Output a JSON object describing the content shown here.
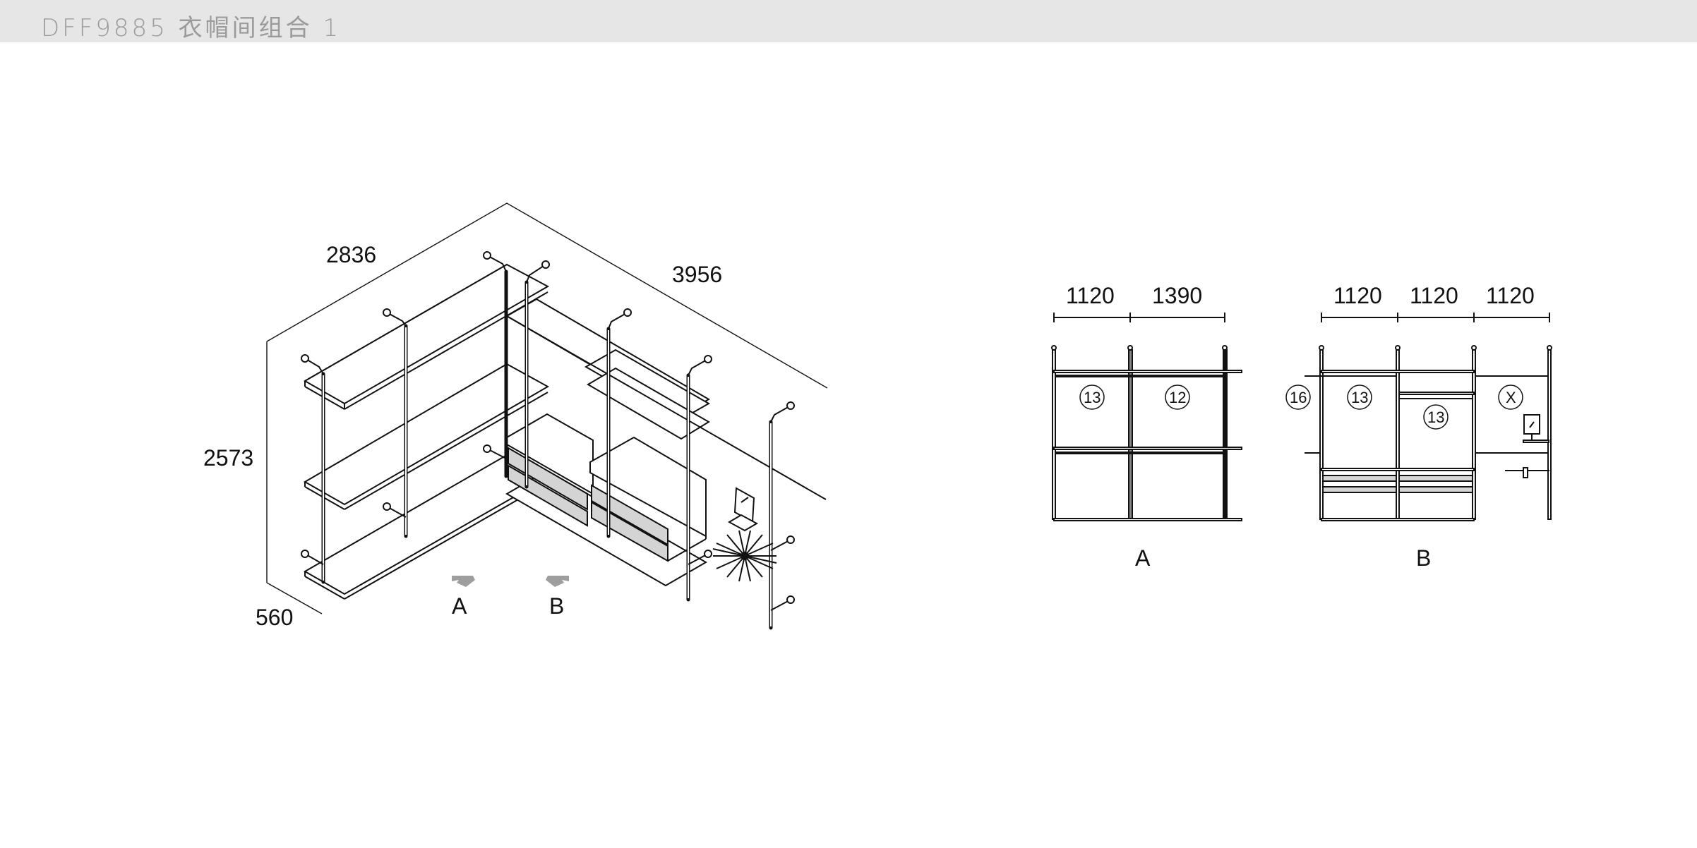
{
  "header": {
    "title": "DFF9885 衣帽间组合 1",
    "background": "#e6e6e6",
    "text_color": "#9b9b9b"
  },
  "isometric": {
    "dimensions": {
      "left_width": "2836",
      "right_width": "3956",
      "height": "2573",
      "depth": "560"
    },
    "view_arrows": [
      {
        "label": "A",
        "icon": "view-arrow-up-left-icon"
      },
      {
        "label": "B",
        "icon": "view-arrow-up-right-icon"
      }
    ],
    "arrow_color": "#9e9e9e",
    "drawer_color": "#d4d4d4"
  },
  "elevation_a": {
    "label": "A",
    "widths": [
      "1120",
      "1390"
    ],
    "bubbles": [
      "13",
      "12"
    ]
  },
  "elevation_b": {
    "label": "B",
    "widths": [
      "1120",
      "1120",
      "1120"
    ],
    "bubbles": [
      "16",
      "13",
      "13",
      "X"
    ]
  }
}
